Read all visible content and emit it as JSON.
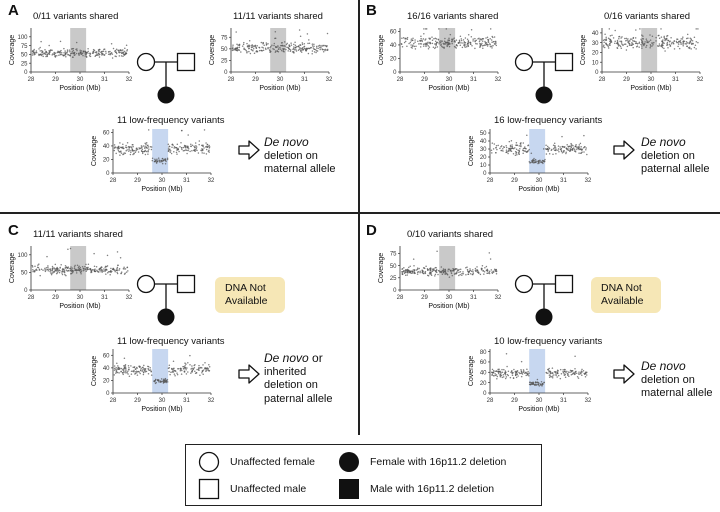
{
  "panels": {
    "A": {
      "letter": "A",
      "maternal_title": "0/11 variants shared",
      "paternal_title": "11/11 variants shared",
      "proband_title": "11 low-frequency variants",
      "conclusion_italic": "De novo",
      "conclusion_rest": [
        "deletion on",
        "maternal allele"
      ]
    },
    "B": {
      "letter": "B",
      "maternal_title": "16/16 variants shared",
      "paternal_title": "0/16 variants shared",
      "proband_title": "16 low-frequency variants",
      "conclusion_italic": "De novo",
      "conclusion_rest": [
        "deletion on",
        "paternal allele"
      ]
    },
    "C": {
      "letter": "C",
      "maternal_title": "11/11 variants shared",
      "dna_line1": "DNA Not",
      "dna_line2": "Available",
      "proband_title": "11 low-frequency variants",
      "conclusion_italic": "De novo",
      "conclusion_after_italic": "or",
      "conclusion_rest": [
        "inherited",
        "deletion on",
        "paternal allele"
      ]
    },
    "D": {
      "letter": "D",
      "maternal_title": "0/10 variants shared",
      "dna_line1": "DNA Not",
      "dna_line2": "Available",
      "proband_title": "10 low-frequency variants",
      "conclusion_italic": "De novo",
      "conclusion_rest": [
        "deletion on",
        "maternal allele"
      ]
    }
  },
  "axes": {
    "ylabel": "Coverage",
    "xlabel": "Position (Mb)",
    "x_ticks": [
      "28",
      "29",
      "30",
      "31",
      "32"
    ]
  },
  "chart_data": [
    {
      "id": "A-mat",
      "type": "scatter",
      "title": "0/11 variants shared",
      "xlabel": "Position (Mb)",
      "ylabel": "Coverage",
      "xlim": [
        28,
        32
      ],
      "ylim": [
        0,
        125
      ],
      "yticks": [
        0,
        25,
        50,
        75,
        100
      ],
      "baseline": 55,
      "dip": null,
      "region": [
        29.6,
        30.25
      ],
      "region_color": "#c9c9c9"
    },
    {
      "id": "A-pat",
      "type": "scatter",
      "title": "11/11 variants shared",
      "xlabel": "Position (Mb)",
      "ylabel": "Coverage",
      "xlim": [
        28,
        32
      ],
      "ylim": [
        0,
        95
      ],
      "yticks": [
        0,
        25,
        50,
        75
      ],
      "baseline": 52,
      "dip": null,
      "region": [
        29.6,
        30.25
      ],
      "region_color": "#c9c9c9"
    },
    {
      "id": "A-pro",
      "type": "scatter",
      "title": "11 low-frequency variants",
      "xlabel": "Position (Mb)",
      "ylabel": "Coverage",
      "xlim": [
        28,
        32
      ],
      "ylim": [
        0,
        65
      ],
      "yticks": [
        0,
        20,
        40,
        60
      ],
      "baseline": 36,
      "dip": 18,
      "region": [
        29.6,
        30.25
      ],
      "region_color": "#c7d7f0"
    },
    {
      "id": "B-mat",
      "type": "scatter",
      "title": "16/16 variants shared",
      "xlabel": "Position (Mb)",
      "ylabel": "Coverage",
      "xlim": [
        28,
        32
      ],
      "ylim": [
        0,
        65
      ],
      "yticks": [
        0,
        20,
        40,
        60
      ],
      "baseline": 44,
      "dip": null,
      "region": [
        29.6,
        30.25
      ],
      "region_color": "#c9c9c9"
    },
    {
      "id": "B-pat",
      "type": "scatter",
      "title": "0/16 variants shared",
      "xlabel": "Position (Mb)",
      "ylabel": "Coverage",
      "xlim": [
        28,
        32
      ],
      "ylim": [
        0,
        45
      ],
      "yticks": [
        0,
        10,
        20,
        30,
        40
      ],
      "baseline": 30,
      "dip": null,
      "region": [
        29.6,
        30.25
      ],
      "region_color": "#c9c9c9"
    },
    {
      "id": "B-pro",
      "type": "scatter",
      "title": "16 low-frequency variants",
      "xlabel": "Position (Mb)",
      "ylabel": "Coverage",
      "xlim": [
        28,
        32
      ],
      "ylim": [
        0,
        55
      ],
      "yticks": [
        0,
        10,
        20,
        30,
        40,
        50
      ],
      "baseline": 30,
      "dip": 14,
      "region": [
        29.6,
        30.25
      ],
      "region_color": "#c7d7f0"
    },
    {
      "id": "C-mat",
      "type": "scatter",
      "title": "11/11 variants shared",
      "xlabel": "Position (Mb)",
      "ylabel": "Coverage",
      "xlim": [
        28,
        32
      ],
      "ylim": [
        0,
        125
      ],
      "yticks": [
        0,
        50,
        100
      ],
      "baseline": 58,
      "dip": null,
      "region": [
        29.6,
        30.25
      ],
      "region_color": "#c9c9c9"
    },
    {
      "id": "C-pro",
      "type": "scatter",
      "title": "11 low-frequency variants",
      "xlabel": "Position (Mb)",
      "ylabel": "Coverage",
      "xlim": [
        28,
        32
      ],
      "ylim": [
        0,
        70
      ],
      "yticks": [
        0,
        20,
        40,
        60
      ],
      "baseline": 37,
      "dip": 19,
      "region": [
        29.6,
        30.25
      ],
      "region_color": "#c7d7f0"
    },
    {
      "id": "D-mat",
      "type": "scatter",
      "title": "0/10 variants shared",
      "xlabel": "Position (Mb)",
      "ylabel": "Coverage",
      "xlim": [
        28,
        32
      ],
      "ylim": [
        0,
        90
      ],
      "yticks": [
        0,
        25,
        50,
        75
      ],
      "baseline": 38,
      "dip": null,
      "region": [
        29.6,
        30.25
      ],
      "region_color": "#c9c9c9"
    },
    {
      "id": "D-pro",
      "type": "scatter",
      "title": "10 low-frequency variants",
      "xlabel": "Position (Mb)",
      "ylabel": "Coverage",
      "xlim": [
        28,
        32
      ],
      "ylim": [
        0,
        85
      ],
      "yticks": [
        0,
        20,
        40,
        60,
        80
      ],
      "baseline": 38,
      "dip": 18,
      "region": [
        29.6,
        30.25
      ],
      "region_color": "#c7d7f0"
    }
  ],
  "legend": {
    "unaffected_female": "Unaffected female",
    "unaffected_male": "Unaffected male",
    "affected_female": "Female with 16p11.2 deletion",
    "affected_male": "Male with 16p11.2 deletion"
  }
}
